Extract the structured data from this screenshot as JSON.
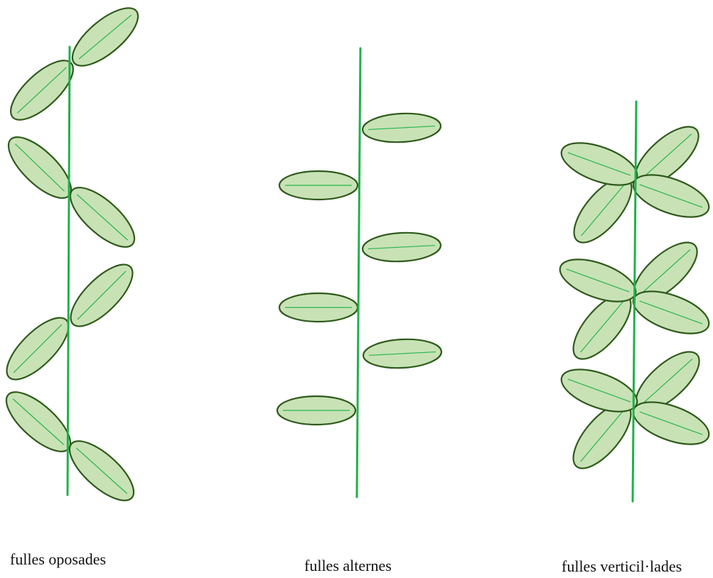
{
  "captions": {
    "opposite": "fulles oposades",
    "alternate": "fulles alternes",
    "whorled": "fulles verticil·lades"
  },
  "colors": {
    "leaf_fill": "#c8e2b6",
    "leaf_outline": "#2f5a1b",
    "stem": "#1fb14a",
    "vein": "#27b548"
  }
}
